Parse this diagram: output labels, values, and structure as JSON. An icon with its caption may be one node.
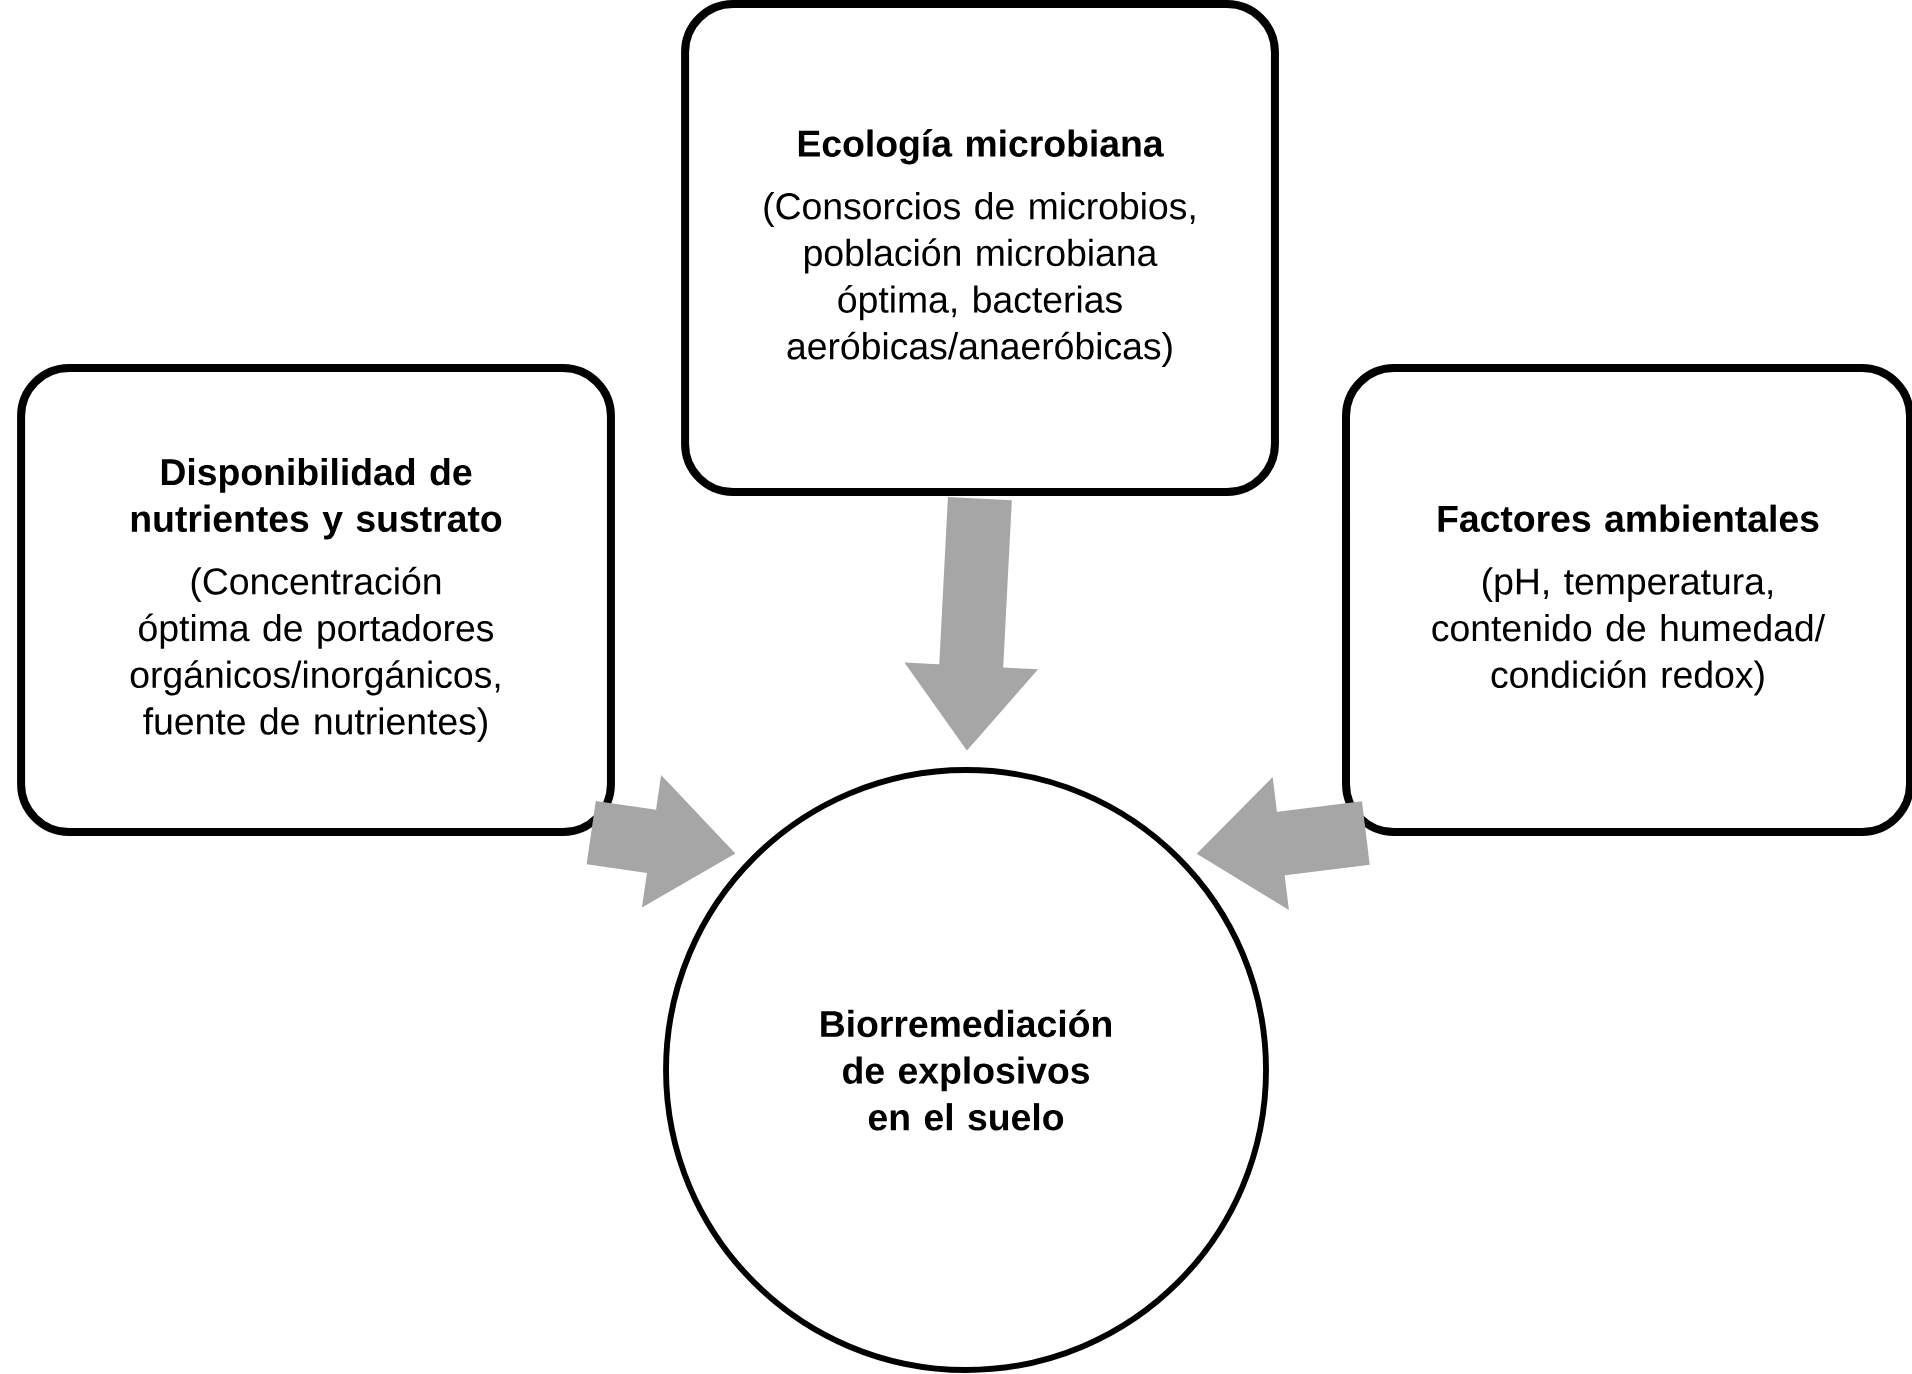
{
  "diagram": {
    "nodes": [
      {
        "text": [
          "Disponibilidad de nutrientes y sustrato",
          "(Concentración óptima de portadores orgánicos/inorgánicos, fuente de nutrientes)"
        ]
      },
      {
        "text": [
          "Ecología microbiana",
          "(Consorcios de microbios, población microbiana óptima, bacterias aeróbicas/anaeróbicas)"
        ]
      },
      {
        "text": [
          "Factores ambientales",
          "(pH, temperatura, contenido de humedad/ condición redox)"
        ]
      },
      {
        "text": [
          "Biorremediación de explosivos en el suelo"
        ]
      }
    ],
    "edges": [
      {
        "from": 0,
        "to": 3,
        "arrow": "to"
      },
      {
        "from": 1,
        "to": 3,
        "arrow": "to"
      },
      {
        "from": 2,
        "to": 3,
        "arrow": "to"
      }
    ]
  }
}
